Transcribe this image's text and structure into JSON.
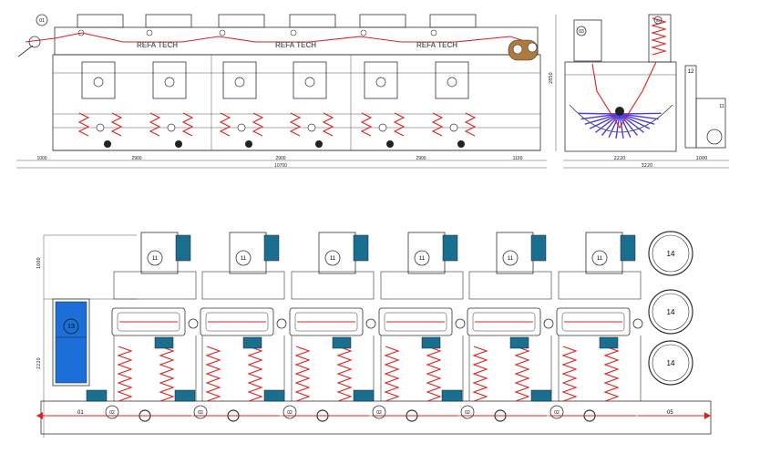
{
  "brand": "REFA TECH",
  "colors": {
    "fabric_path": "#e02020",
    "control_panel": "#1b6fd6",
    "vat_rollers": "#4a3fe0",
    "motor": "#1a6f8e",
    "outline": "#333333"
  },
  "side_view": {
    "dimensions": {
      "seg_1": "1000",
      "seg_2": "2900",
      "seg_3": "2900",
      "seg_4": "2900",
      "seg_5": "1100",
      "total": "10700"
    },
    "labels": {
      "roller_left": "01",
      "brand_1": "REFA TECH",
      "brand_2": "REFA TECH",
      "brand_3": "REFA TECH"
    }
  },
  "end_view": {
    "dimensions": {
      "height": "2850",
      "width_1": "2220",
      "width_2": "1000",
      "overall": "3220"
    },
    "labels": {
      "unit_a": "03",
      "unit_b": "02",
      "unit_c": "12",
      "unit_d": "11"
    }
  },
  "plan_view": {
    "dimensions": {
      "left_upper": "1000",
      "left_lower": "2220"
    },
    "labels": {
      "panel": "13",
      "entry": "01",
      "exit": "05",
      "drive": "02",
      "motor_unit": "11",
      "reel": "14"
    }
  }
}
